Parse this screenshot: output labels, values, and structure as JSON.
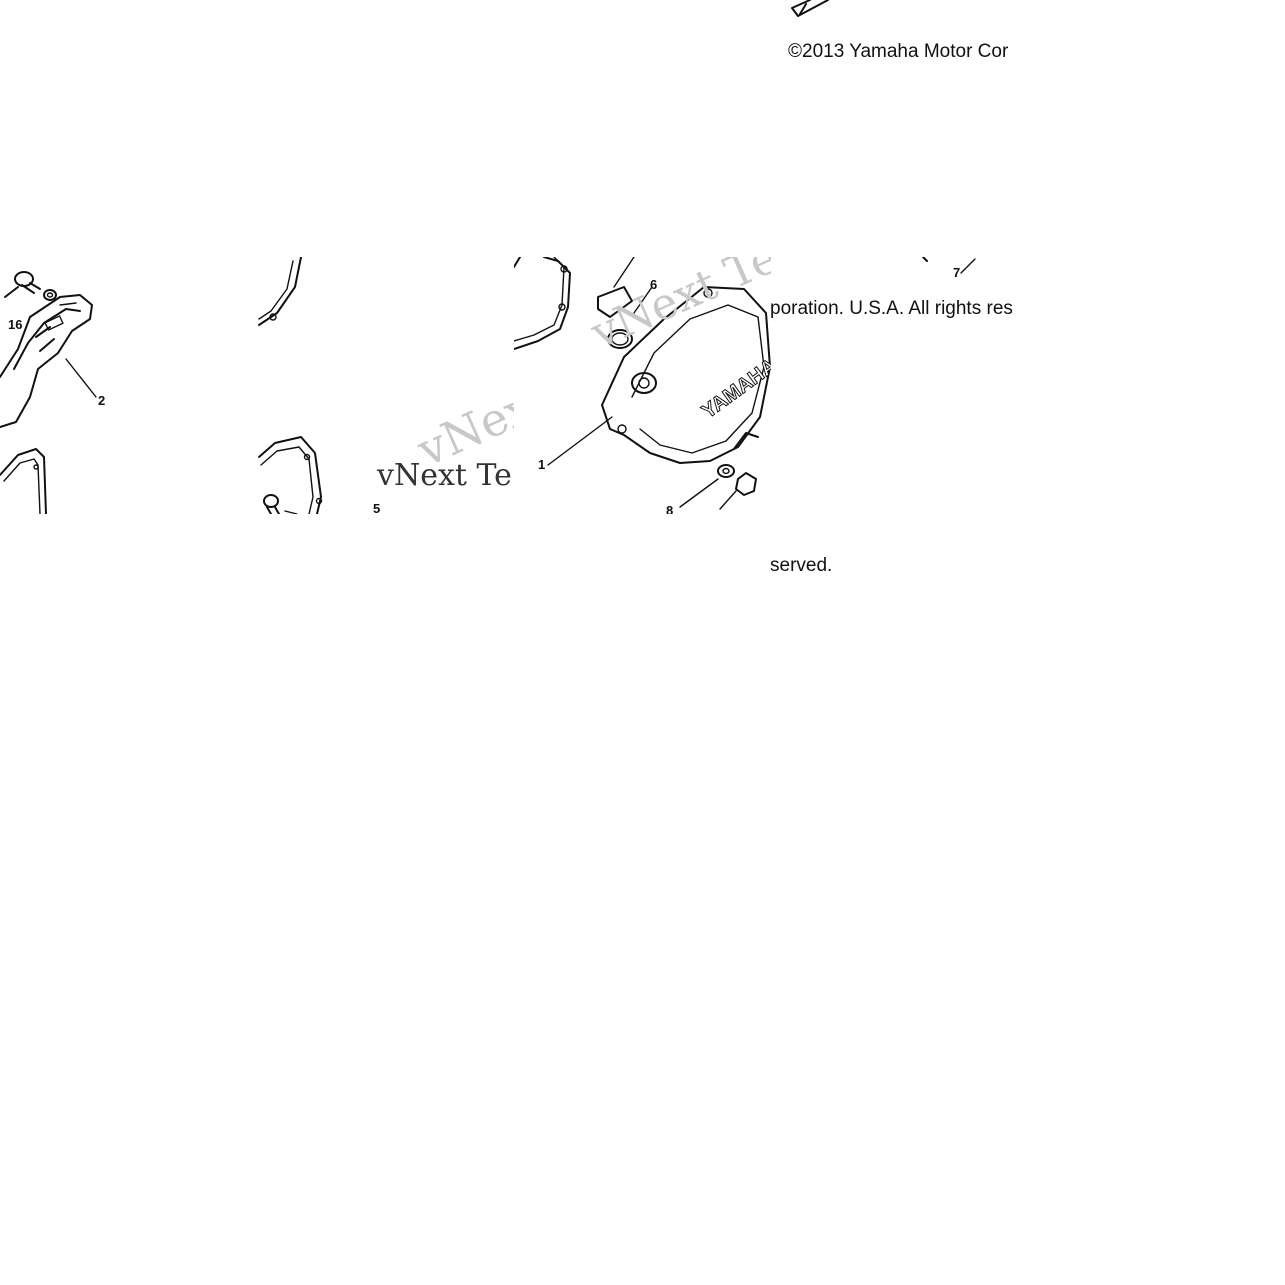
{
  "copyright": {
    "segment_1": "©2013 Yamaha Motor Cor",
    "segment_2": "poration. U.S.A. All rights res",
    "segment_3": "served."
  },
  "watermark": {
    "grey_text": "vNext Technology",
    "dark_text": "vNext Te"
  },
  "callouts": {
    "part_1": "1",
    "part_2": "2",
    "part_5": "5",
    "part_6": "6",
    "part_7": "7",
    "part_8": "8",
    "part_16": "16"
  },
  "brand": {
    "cover_logo": "YAMAHA"
  }
}
